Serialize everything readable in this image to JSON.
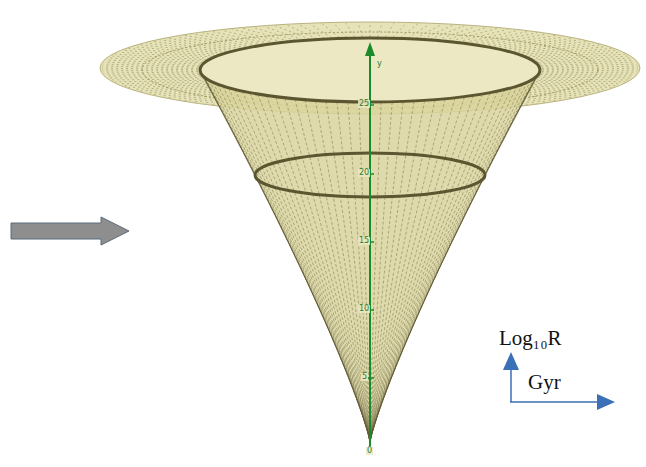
{
  "diagram": {
    "labels": [
      "y",
      "25",
      "20",
      "15",
      "10",
      "5",
      "0",
      "Log₁₀R",
      "Gyr"
    ]
  }
}
